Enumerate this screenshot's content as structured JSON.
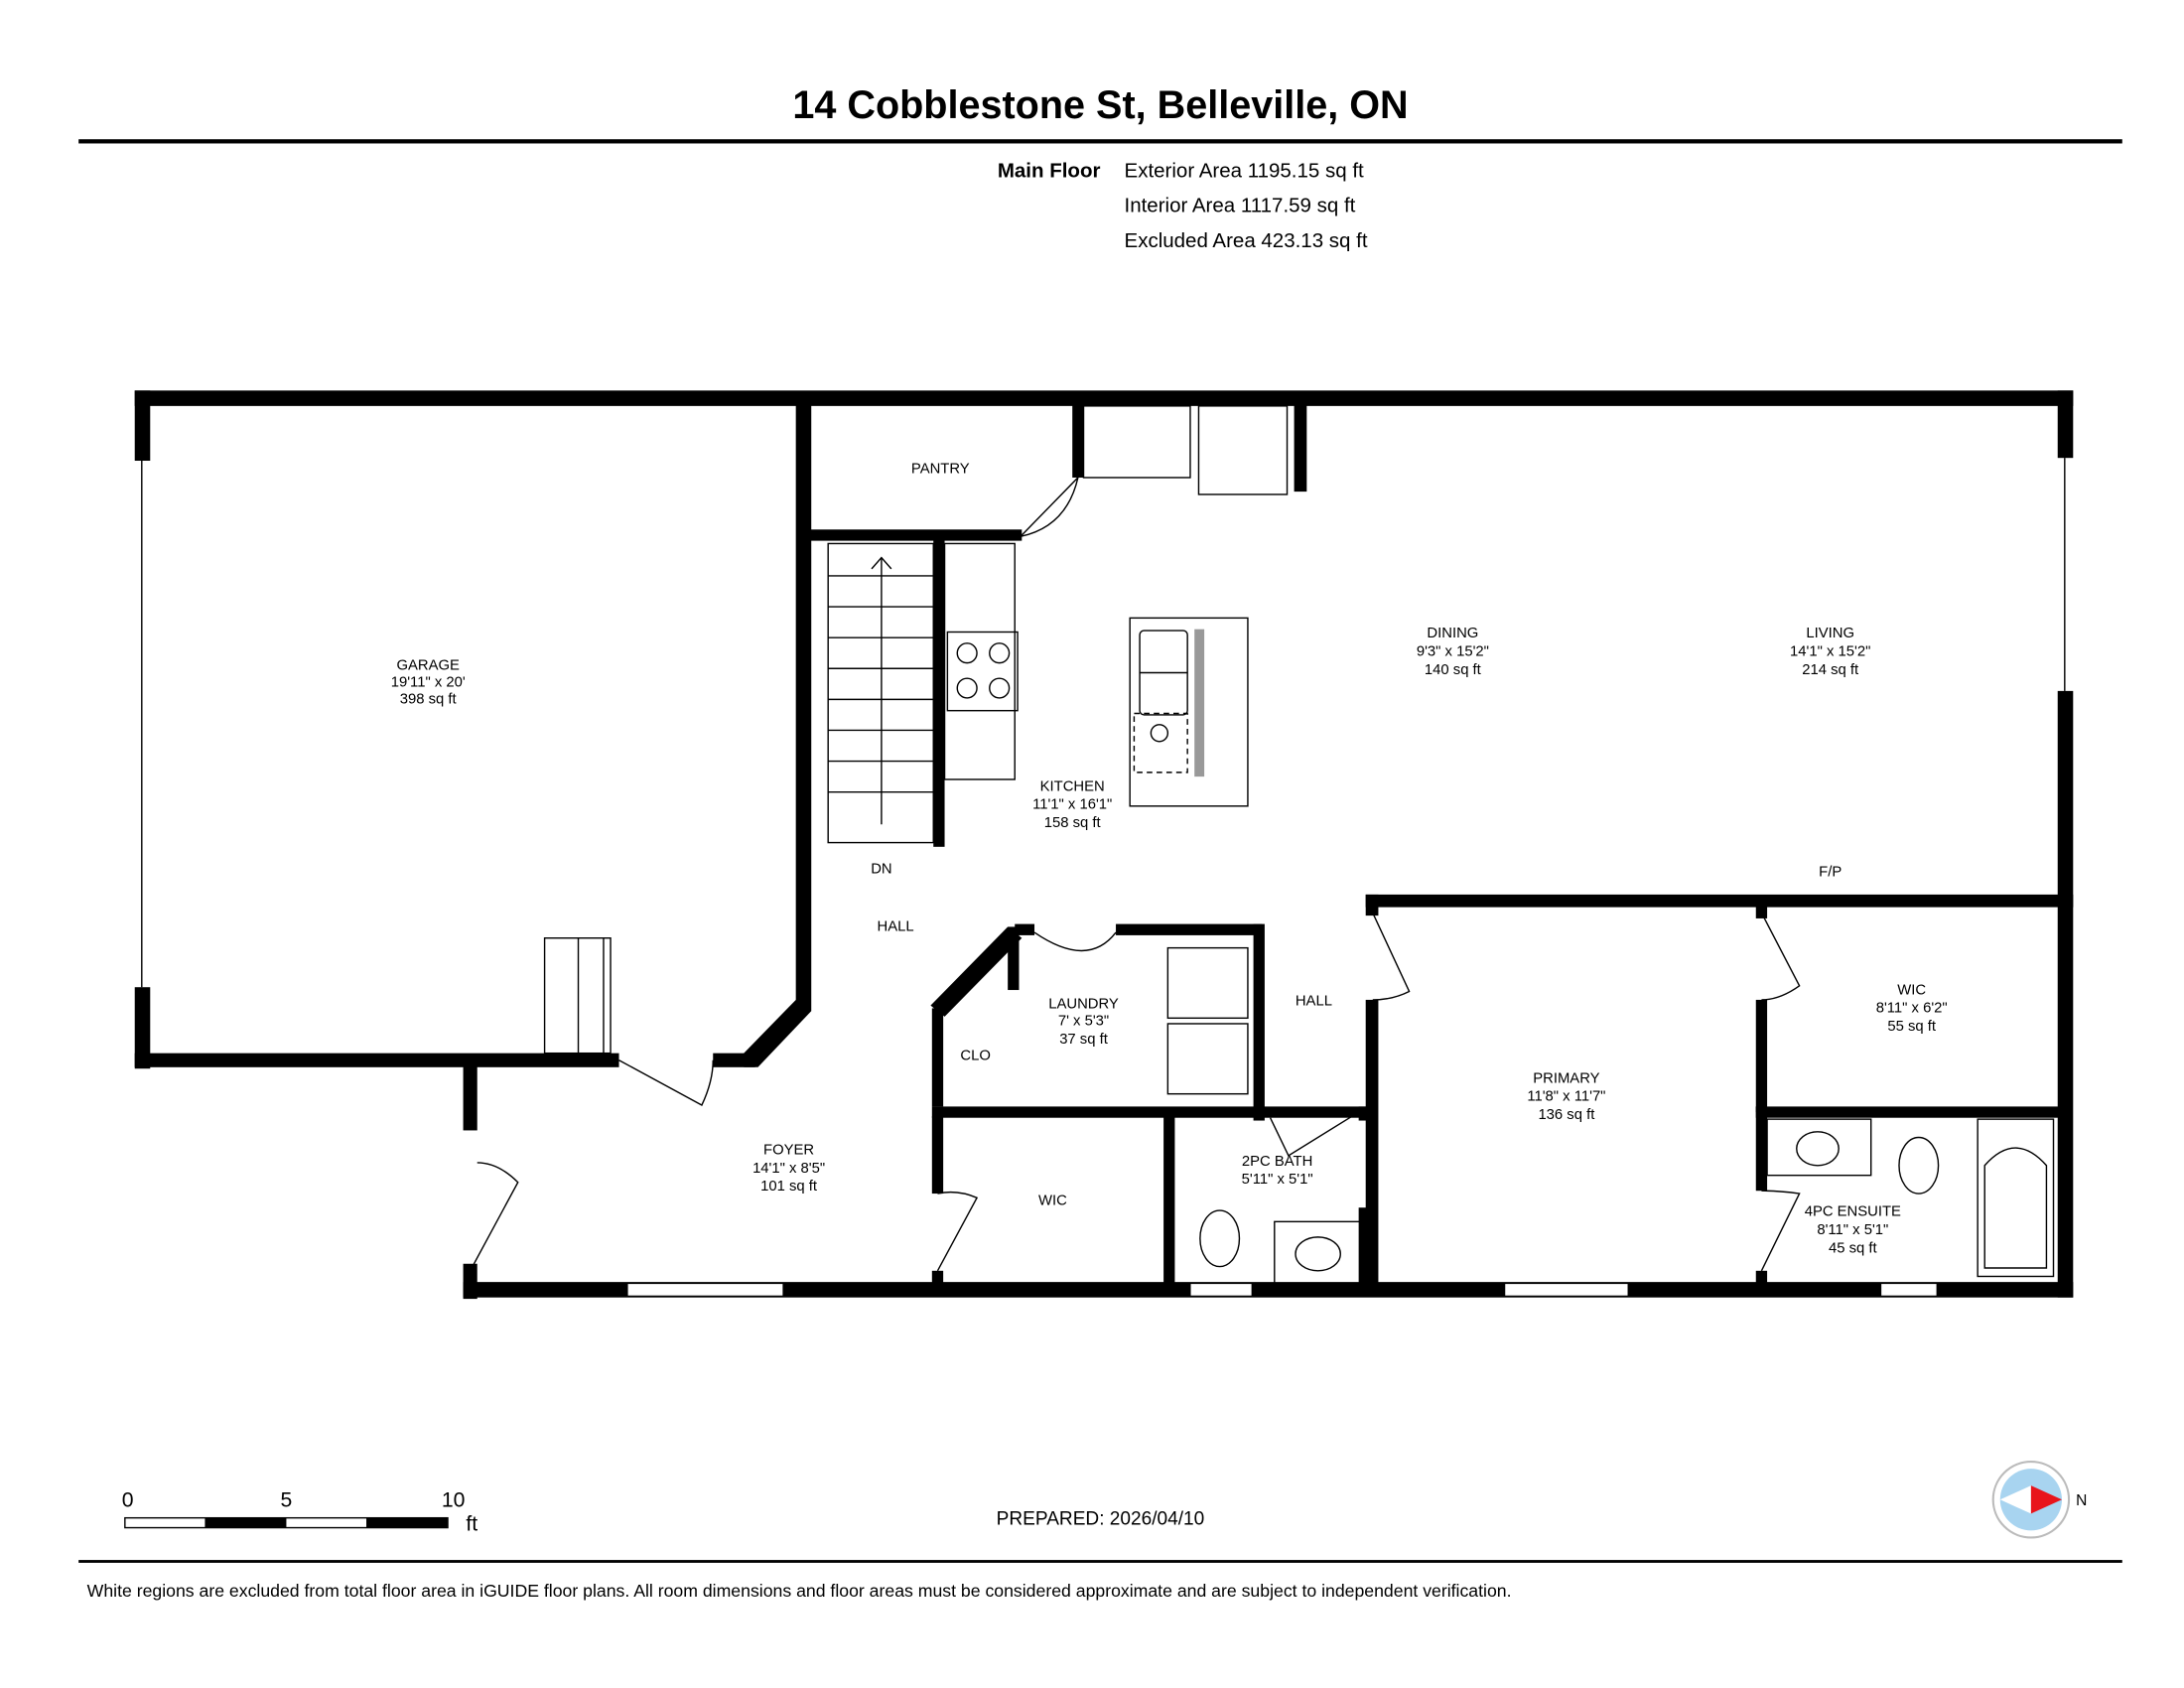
{
  "title": "14 Cobblestone St, Belleville, ON",
  "floor": {
    "name": "Main Floor",
    "exterior_area": "Exterior Area 1195.15 sq ft",
    "interior_area": "Interior Area 1117.59 sq ft",
    "excluded_area": "Excluded Area 423.13 sq ft"
  },
  "rooms": {
    "garage": {
      "name": "GARAGE",
      "dims": "19'11\" x 20'",
      "area": "398 sq ft"
    },
    "pantry": {
      "name": "PANTRY"
    },
    "kitchen": {
      "name": "KITCHEN",
      "dims": "11'1\" x 16'1\"",
      "area": "158 sq ft"
    },
    "dining": {
      "name": "DINING",
      "dims": "9'3\" x 15'2\"",
      "area": "140 sq ft"
    },
    "living": {
      "name": "LIVING",
      "dims": "14'1\" x 15'2\"",
      "area": "214 sq ft"
    },
    "dn": {
      "name": "DN"
    },
    "hall1": {
      "name": "HALL"
    },
    "hall2": {
      "name": "HALL"
    },
    "fp": {
      "name": "F/P"
    },
    "laundry": {
      "name": "LAUNDRY",
      "dims": "7' x 5'3\"",
      "area": "37 sq ft"
    },
    "clo": {
      "name": "CLO"
    },
    "foyer": {
      "name": "FOYER",
      "dims": "14'1\" x 8'5\"",
      "area": "101 sq ft"
    },
    "wic1": {
      "name": "WIC"
    },
    "bath2pc": {
      "name": "2PC BATH",
      "dims": "5'11\" x 5'1\""
    },
    "primary": {
      "name": "PRIMARY",
      "dims": "11'8\" x 11'7\"",
      "area": "136 sq ft"
    },
    "wic2": {
      "name": "WIC",
      "dims": "8'11\" x 6'2\"",
      "area": "55 sq ft"
    },
    "ensuite": {
      "name": "4PC ENSUITE",
      "dims": "8'11\" x 5'1\"",
      "area": "45 sq ft"
    }
  },
  "scale": {
    "ticks": [
      "0",
      "5",
      "10"
    ],
    "unit": "ft"
  },
  "prepared": "PREPARED: 2026/04/10",
  "compass": {
    "label": "N",
    "colors": {
      "needle": "#e8141b",
      "ring": "#a8d4f0"
    }
  },
  "disclaimer": "White regions are excluded from total floor area in iGUIDE floor plans. All room dimensions and floor areas must be considered approximate and are subject to independent verification."
}
